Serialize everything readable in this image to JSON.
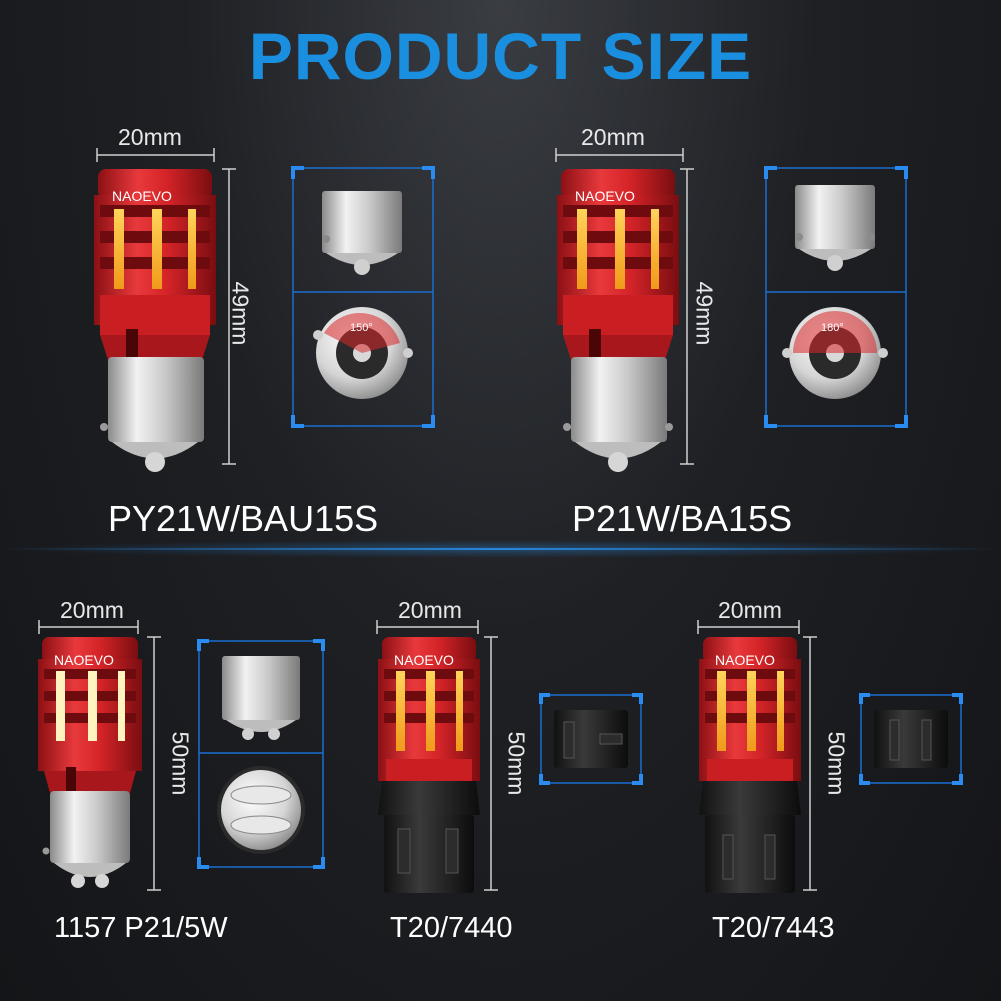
{
  "title": "PRODUCT SIZE",
  "colors": {
    "title": "#1a8fe0",
    "bulb_red": "#d8262a",
    "frame_blue": "#1a6fd0",
    "led_amber": "#f0a020",
    "led_white": "#ffe07a"
  },
  "brand": "NAOEVO",
  "products": [
    {
      "name": "PY21W/BAU15S",
      "width": "20mm",
      "height": "49mm",
      "angle": "150°"
    },
    {
      "name": "P21W/BA15S",
      "width": "20mm",
      "height": "49mm",
      "angle": "180°"
    },
    {
      "name": "1157 P21/5W",
      "width": "20mm",
      "height": "50mm"
    },
    {
      "name": "T20/7440",
      "width": "20mm",
      "height": "50mm"
    },
    {
      "name": "T20/7443",
      "width": "20mm",
      "height": "50mm"
    }
  ]
}
